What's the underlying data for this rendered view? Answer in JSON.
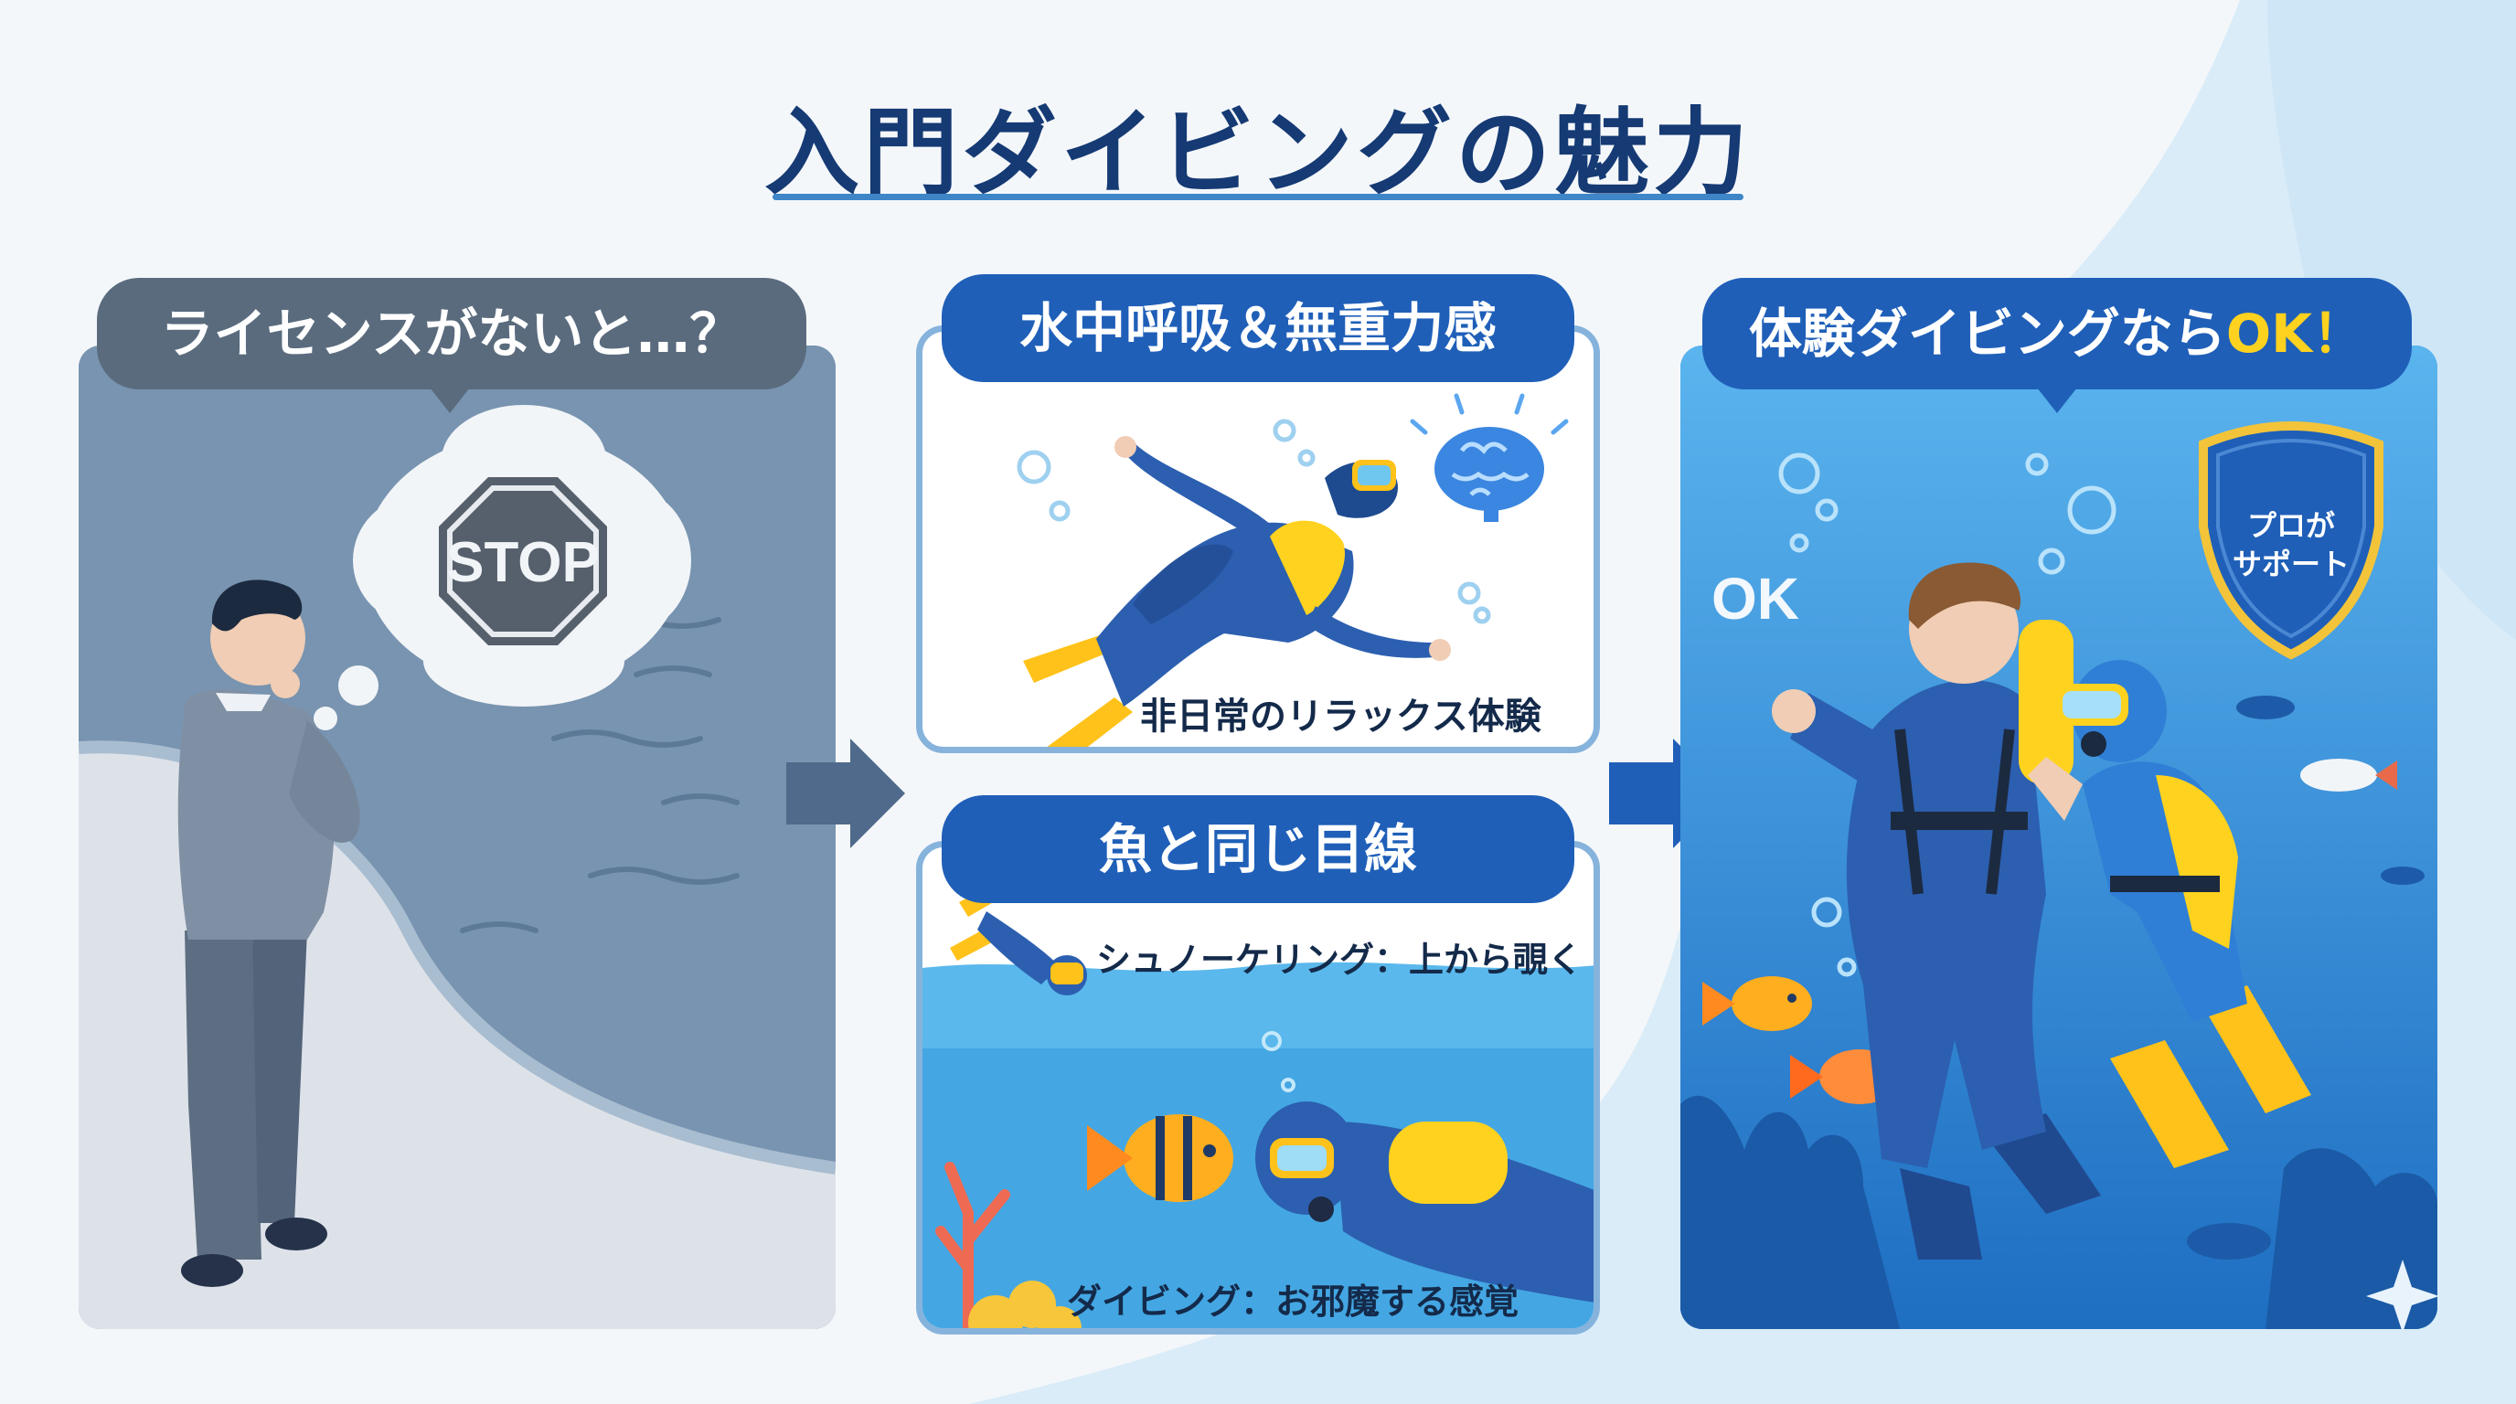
{
  "title": "入門ダイビングの魅力",
  "colors": {
    "navy": "#153a74",
    "accent_blue": "#1f5fb8",
    "slate": "#5a6b7e",
    "ok_yellow": "#ffd21f"
  },
  "left_panel": {
    "heading": "ライセンスがないと…？",
    "stop_sign": "STOP"
  },
  "middle_top_panel": {
    "heading": "水中呼吸＆無重力感",
    "caption": "非日常のリラックス体験"
  },
  "middle_bottom_panel": {
    "heading": "魚と同じ目線",
    "snorkel_caption": "シュノーケリング：上から覗く",
    "diving_caption": "ダイビング：お邪魔する感覚"
  },
  "right_panel": {
    "heading_main": "体験ダイビングなら",
    "heading_ok": "OK！",
    "ok_gesture_text": "OK",
    "badge_line1": "プロが",
    "badge_line2": "サポート"
  }
}
